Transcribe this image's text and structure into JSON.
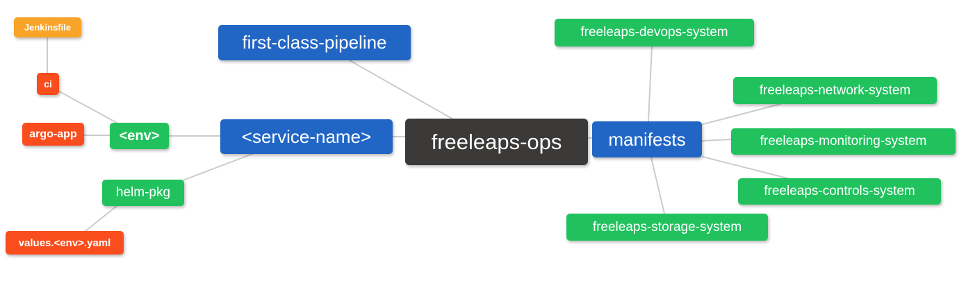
{
  "diagram": {
    "type": "mindmap",
    "root_label": "freeleaps-ops",
    "colors": {
      "blue": "#2166c5",
      "dark": "#3b3a39",
      "green": "#21c25e",
      "red": "#f94d1d",
      "orange": "#f7a428",
      "edge_line": "#cccccc",
      "node_text": "#ffffff",
      "background": "#ffffff"
    },
    "nodes": [
      {
        "id": "jenkinsfile",
        "label": "Jenkinsfile",
        "color": "orange"
      },
      {
        "id": "ci",
        "label": "ci",
        "color": "red"
      },
      {
        "id": "argo-app",
        "label": "argo-app",
        "color": "red"
      },
      {
        "id": "env",
        "label": "<env>",
        "color": "green"
      },
      {
        "id": "helm-pkg",
        "label": "helm-pkg",
        "color": "green"
      },
      {
        "id": "values",
        "label": "values.<env>.yaml",
        "color": "red"
      },
      {
        "id": "fcp",
        "label": "first-class-pipeline",
        "color": "blue"
      },
      {
        "id": "service",
        "label": "<service-name>",
        "color": "blue"
      },
      {
        "id": "ops",
        "label": "freeleaps-ops",
        "color": "dark"
      },
      {
        "id": "manifests",
        "label": "manifests",
        "color": "blue"
      },
      {
        "id": "devops",
        "label": "freeleaps-devops-system",
        "color": "green"
      },
      {
        "id": "network",
        "label": "freeleaps-network-system",
        "color": "green"
      },
      {
        "id": "monitoring",
        "label": "freeleaps-monitoring-system",
        "color": "green"
      },
      {
        "id": "controls",
        "label": "freeleaps-controls-system",
        "color": "green"
      },
      {
        "id": "storage",
        "label": "freeleaps-storage-system",
        "color": "green"
      }
    ],
    "edges": [
      {
        "from": "jenkinsfile",
        "to": "ci"
      },
      {
        "from": "ci",
        "to": "env"
      },
      {
        "from": "argo-app",
        "to": "env"
      },
      {
        "from": "env",
        "to": "service"
      },
      {
        "from": "helm-pkg",
        "to": "service"
      },
      {
        "from": "values",
        "to": "helm-pkg"
      },
      {
        "from": "fcp",
        "to": "ops"
      },
      {
        "from": "service",
        "to": "ops"
      },
      {
        "from": "ops",
        "to": "manifests"
      },
      {
        "from": "manifests",
        "to": "devops"
      },
      {
        "from": "manifests",
        "to": "network"
      },
      {
        "from": "manifests",
        "to": "monitoring"
      },
      {
        "from": "manifests",
        "to": "controls"
      },
      {
        "from": "manifests",
        "to": "storage"
      }
    ]
  }
}
